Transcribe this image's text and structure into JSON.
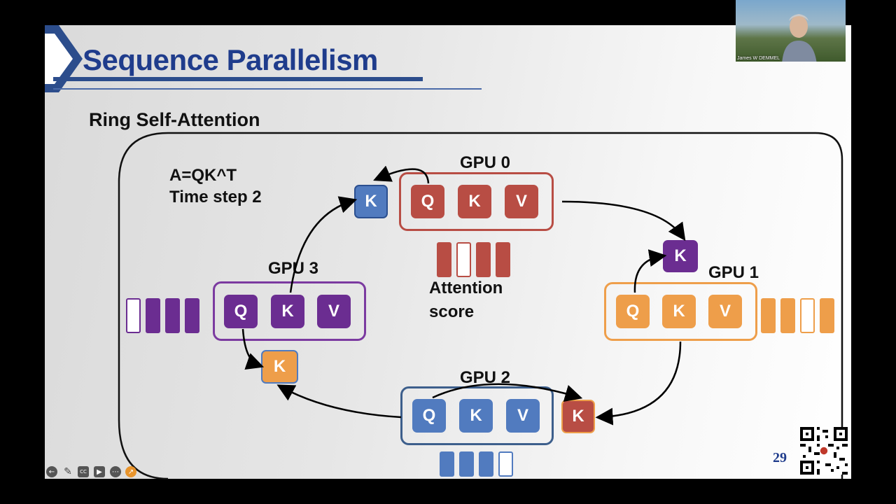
{
  "slide": {
    "title": "Sequence Parallelism",
    "subtitle": "Ring Self-Attention",
    "formula": "A=QK^T",
    "time_step": "Time step 2",
    "attention_label_1": "Attention",
    "attention_label_2": "score",
    "page_number": "29",
    "gpus": [
      {
        "label": "GPU 0",
        "color": "#b84d44",
        "blocks": [
          "Q",
          "K",
          "V"
        ],
        "incoming_block": "K"
      },
      {
        "label": "GPU 1",
        "color": "#ee9e4a",
        "blocks": [
          "Q",
          "K",
          "V"
        ],
        "incoming_block": "K"
      },
      {
        "label": "GPU 2",
        "color": "#517bbf",
        "blocks": [
          "Q",
          "K",
          "V"
        ],
        "incoming_block": "K"
      },
      {
        "label": "GPU 3",
        "color": "#6b2d91",
        "blocks": [
          "Q",
          "K",
          "V"
        ],
        "incoming_block": "K"
      }
    ]
  },
  "webcam": {
    "name": "James W DEMMEL"
  },
  "controls": [
    "back-icon",
    "pen-icon",
    "captions-icon",
    "video-icon",
    "more-icon",
    "pointer-icon"
  ]
}
